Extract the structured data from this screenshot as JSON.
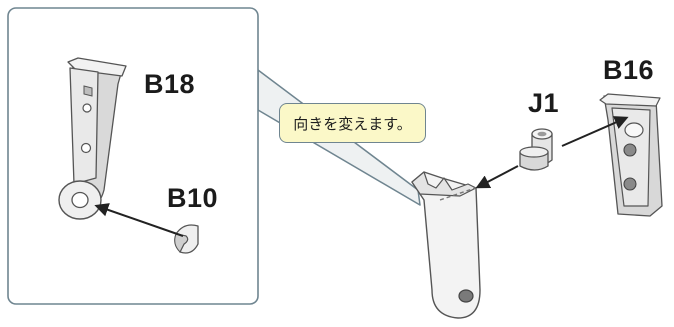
{
  "labels": {
    "b18": "B18",
    "b10": "B10",
    "j1": "J1",
    "b16": "B16"
  },
  "note": {
    "text": "向きを変えます。"
  },
  "colors": {
    "outline": "#6f8590",
    "note_fill": "#fbf8c8",
    "part_fill": "#f2f2f2",
    "part_shadow": "#c9c9c9",
    "arrow": "#222222"
  }
}
